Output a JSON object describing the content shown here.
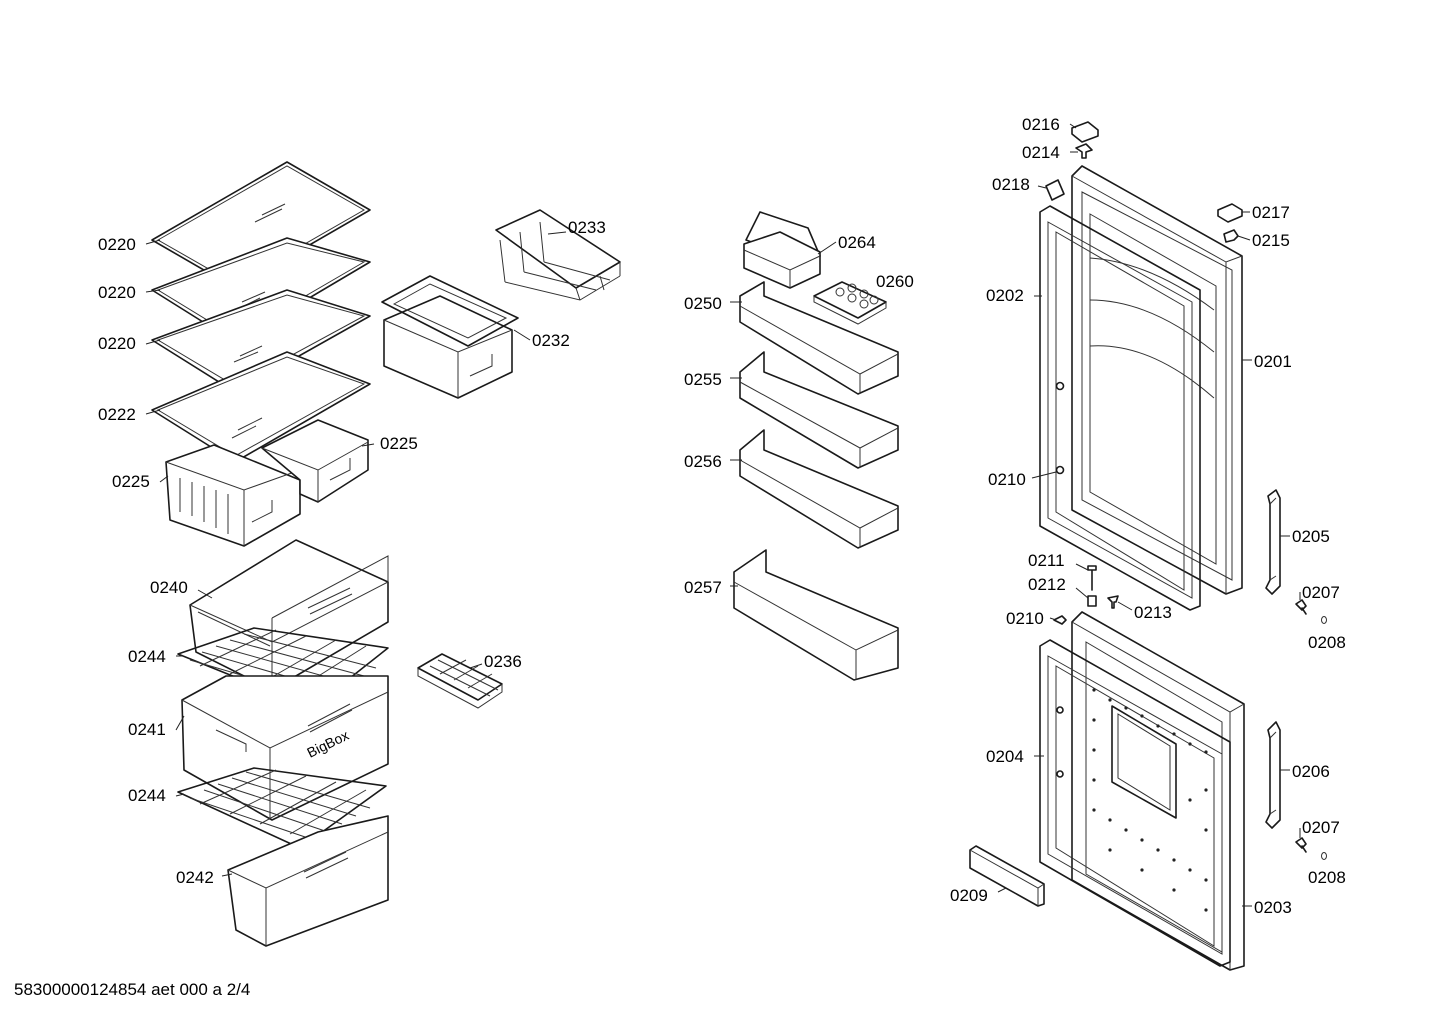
{
  "footer": "58300000124854 aet 000 a 2/4",
  "brand_text": "BigBox",
  "labels": {
    "l0220a": "0220",
    "l0220b": "0220",
    "l0220c": "0220",
    "l0222": "0222",
    "l0225a": "0225",
    "l0225b": "0225",
    "l0233": "0233",
    "l0232": "0232",
    "l0240": "0240",
    "l0244a": "0244",
    "l0241": "0241",
    "l0244b": "0244",
    "l0242": "0242",
    "l0236": "0236",
    "l0264": "0264",
    "l0260": "0260",
    "l0250": "0250",
    "l0255": "0255",
    "l0256": "0256",
    "l0257": "0257",
    "l0216": "0216",
    "l0214": "0214",
    "l0218": "0218",
    "l0217": "0217",
    "l0215": "0215",
    "l0202": "0202",
    "l0201": "0201",
    "l0210a": "0210",
    "l0205": "0205",
    "l0211": "0211",
    "l0212": "0212",
    "l0213": "0213",
    "l0207a": "0207",
    "l0210b": "0210",
    "l0208a": "0208",
    "l0204": "0204",
    "l0206": "0206",
    "l0207b": "0207",
    "l0208b": "0208",
    "l0209": "0209",
    "l0203": "0203"
  }
}
